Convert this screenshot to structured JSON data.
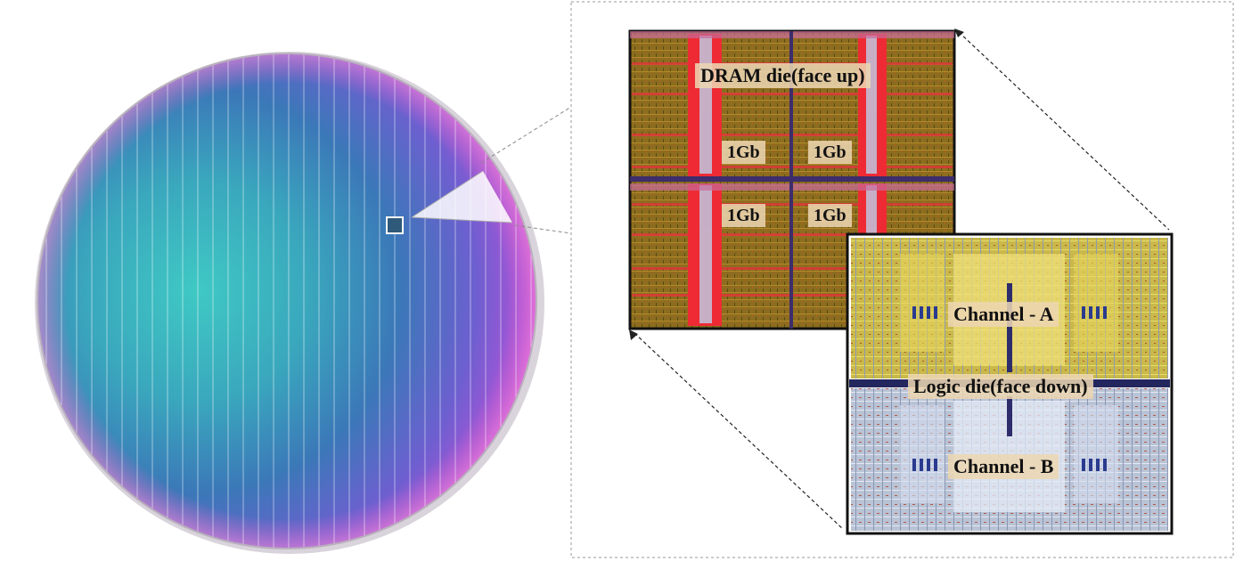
{
  "labels": {
    "dram_die": "DRAM die(face up)",
    "quadrant_1": "1Gb",
    "quadrant_2": "1Gb",
    "quadrant_3": "1Gb",
    "quadrant_4": "1Gb",
    "channel_a": "Channel - A",
    "logic_die": "Logic die(face down)",
    "channel_b": "Channel - B"
  },
  "colors": {
    "wafer_teal": "#3fc9c4",
    "wafer_blue": "#3b78b8",
    "wafer_magenta": "#c24fd9",
    "dram_die": "#8c6d1f",
    "dram_stripes": "#e2353a",
    "logic_top": "#c9b84a",
    "logic_bottom": "#b9c3d6",
    "border": "#111111",
    "dashed_frame": "#9a9a9a"
  }
}
